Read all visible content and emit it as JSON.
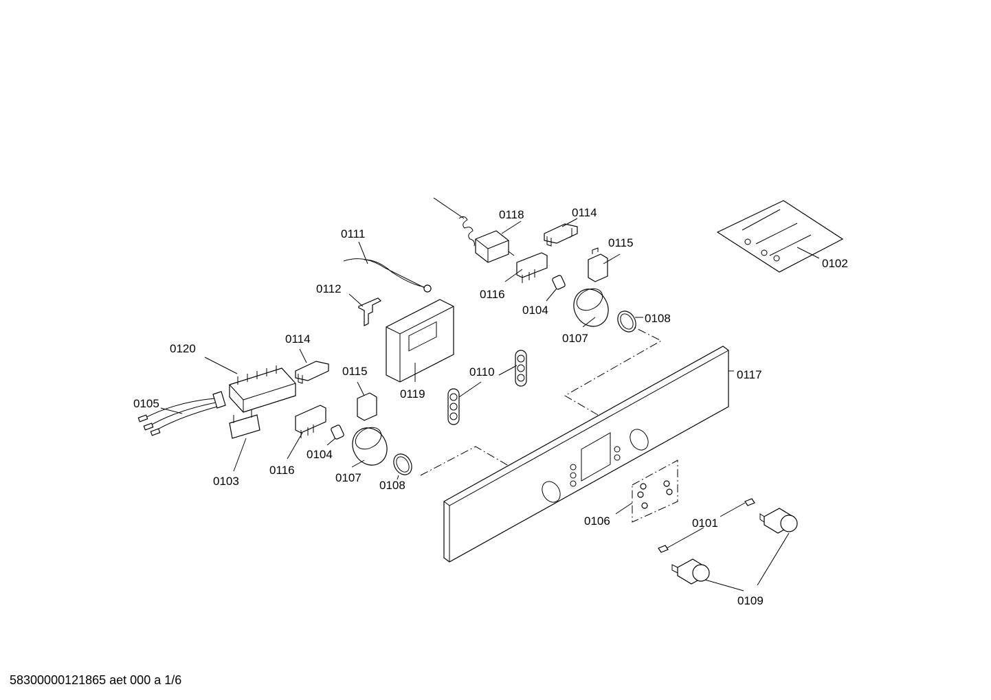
{
  "footer": {
    "code": "58300000121865 aet 000 a 1/6"
  },
  "callouts": {
    "c0118": "0118",
    "c0114a": "0114",
    "c0115a": "0115",
    "c0102": "0102",
    "c0111": "0111",
    "c0112": "0112",
    "c0116a": "0116",
    "c0104a": "0104",
    "c0108a": "0108",
    "c0107a": "0107",
    "c0120": "0120",
    "c0114b": "0114",
    "c0119": "0119",
    "c0115b": "0115",
    "c0110": "0110",
    "c0117": "0117",
    "c0105": "0105",
    "c0104b": "0104",
    "c0116b": "0116",
    "c0107b": "0107",
    "c0108b": "0108",
    "c0103": "0103",
    "c0106": "0106",
    "c0101": "0101",
    "c0109": "0109"
  }
}
